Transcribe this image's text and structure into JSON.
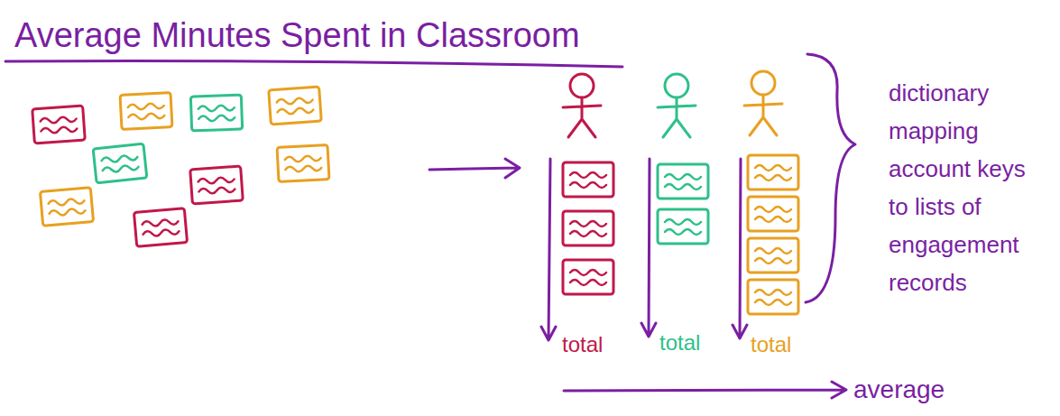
{
  "diagram": {
    "title": "Average Minutes Spent in Classroom",
    "labels": [
      "total",
      "total",
      "total",
      "dictionary mapping account keys to lists of engagement records",
      "average"
    ]
  }
}
